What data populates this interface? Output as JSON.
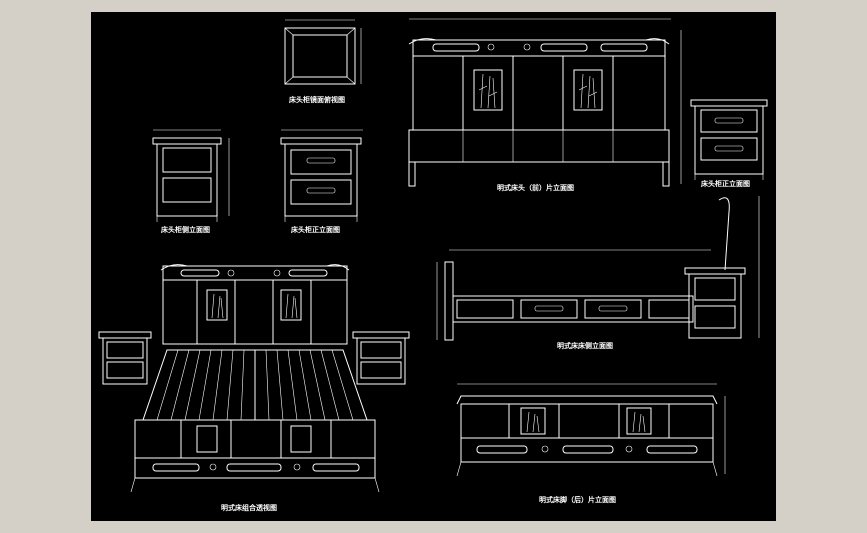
{
  "colors": {
    "workspace_bg": "#d4d0c8",
    "drawing_bg": "#000000",
    "line": "#ffffff"
  },
  "labels": {
    "mirror_frame": "床头柜镜面俯视图",
    "headboard_front": "明式床头（前）片立面图",
    "nightstand_side": "床头柜正立面图",
    "nightstand_left": "床头柜侧立面图",
    "nightstand_front": "床头柜正立面图",
    "bed_side": "明式床床侧立面图",
    "bed_combo": "明式床组合透视图",
    "footboard_front": "明式床脚（后）片立面图"
  },
  "icons": [
    "bamboo-carving-icon",
    "floral-inlay-icon"
  ]
}
